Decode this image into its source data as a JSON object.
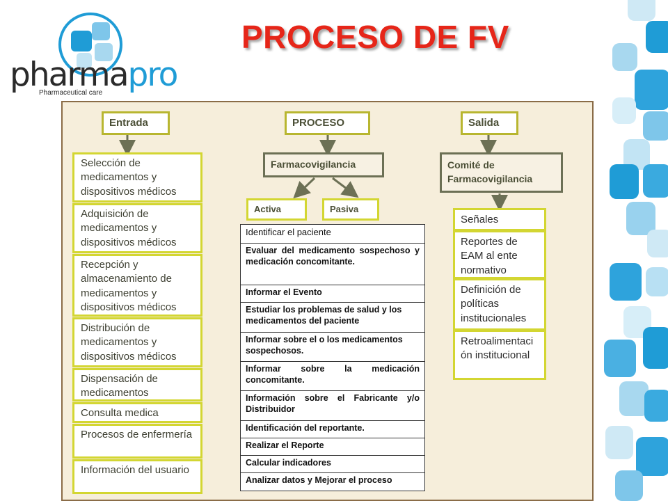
{
  "header": {
    "title": "PROCESO DE FV"
  },
  "logo": {
    "name_part1": "pharma",
    "name_part2": "pro",
    "tagline": "Pharmaceutical care"
  },
  "diagram": {
    "entrada": {
      "label": "Entrada",
      "items": [
        "Selección de medicamentos y dispositivos médicos",
        "Adquisición de medicamentos y dispositivos médicos",
        "Recepción y almacenamiento de medicamentos y dispositivos médicos",
        "Distribución de medicamentos y dispositivos médicos",
        "Dispensación de medicamentos",
        "Consulta medica",
        "Procesos de enfermería",
        "Información del usuario"
      ]
    },
    "proceso": {
      "label": "PROCESO",
      "farmaco": "Farmacovigilancia",
      "activa": "Activa",
      "pasiva": "Pasiva",
      "steps": [
        "Identificar el paciente",
        "Evaluar del medicamento sospechoso y medicación concomitante.",
        "Informar el Evento",
        "Estudiar los problemas de salud y los medicamentos del paciente",
        "Informar sobre el o los medicamentos sospechosos.",
        "Informar sobre la medicación concomitante.",
        "Información sobre el Fabricante y/o Distribuidor",
        "Identificación del reportante.",
        "Realizar el Reporte",
        "Calcular indicadores",
        "Analizar datos y Mejorar el proceso"
      ]
    },
    "salida": {
      "label": "Salida",
      "comite": "Comité de Farmacovigilancia",
      "items": [
        "Señales",
        "Reportes de EAM al ente normativo",
        "Definición de políticas institucionales",
        "Retroalimentación institucional"
      ]
    }
  },
  "colors": {
    "title": "#e62619",
    "panel_bg": "#f6eedb",
    "panel_border": "#8a6c47",
    "box_border_yellow": "#d3d632",
    "box_border_green": "#6c7055",
    "logo_dark": "#2b2b2b",
    "logo_blue": "#1f9cd6"
  }
}
